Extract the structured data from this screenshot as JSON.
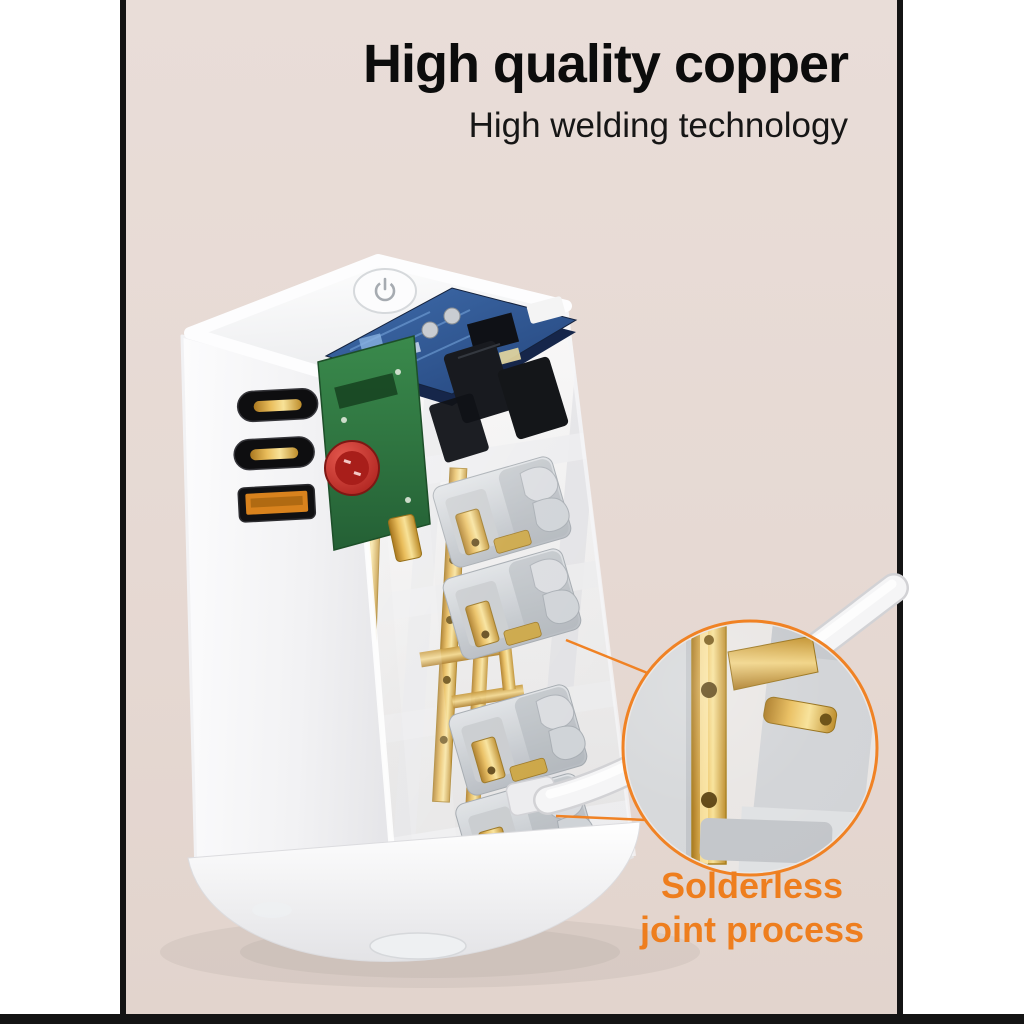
{
  "colors": {
    "page_background": "#ffffff",
    "panel_background": "#e6d9d3",
    "frame_black": "#141414",
    "accent_orange": "#ee7e1e",
    "heading_text": "#0c0c0c",
    "copper_gold": "#e9bd5b",
    "pcb_blue": "#30589c",
    "pcb_green": "#2f7a3c",
    "breaker_red": "#b3231f",
    "device_white": "#f7f7f8"
  },
  "header": {
    "title": "High quality copper",
    "subtitle": "High welding technology"
  },
  "callout": {
    "line1": "Solderless",
    "line2": "joint process"
  },
  "icons": {
    "power_button": "power-icon",
    "magnifier": "magnifier-circle"
  }
}
